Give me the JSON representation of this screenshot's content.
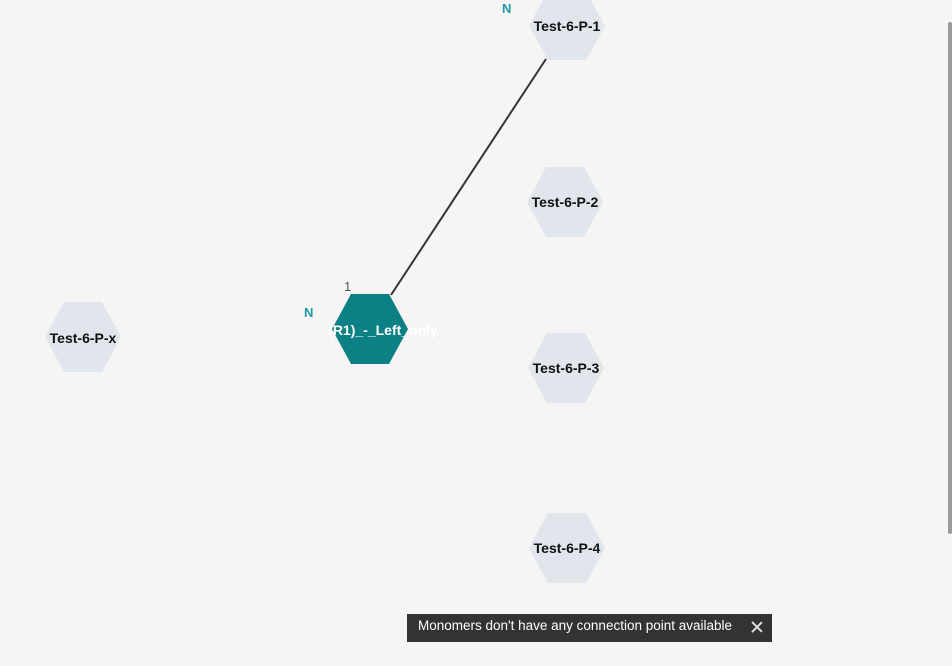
{
  "monomers": [
    {
      "id": "p1",
      "label": "Test-6-P-1",
      "selected": false
    },
    {
      "id": "p2",
      "label": "Test-6-P-2",
      "selected": false
    },
    {
      "id": "p3",
      "label": "Test-6-P-3",
      "selected": false
    },
    {
      "id": "p4",
      "label": "Test-6-P-4",
      "selected": false
    },
    {
      "id": "px",
      "label": "Test-6-P-x",
      "selected": false
    },
    {
      "id": "sel",
      "label": "(R1)_-_Left_only",
      "selected": true
    }
  ],
  "terminal_labels": {
    "n_top": "N",
    "n_left": "N",
    "attachment_number": "1"
  },
  "toast": {
    "message": "Monomers don't have any connection point available"
  },
  "colors": {
    "background": "#f5f5f5",
    "hexagon_fill": "#e1e5ec",
    "selected_fill": "#0b8085",
    "bond": "#333333",
    "terminal": "#1c9aa6",
    "toast_bg": "#333333"
  }
}
